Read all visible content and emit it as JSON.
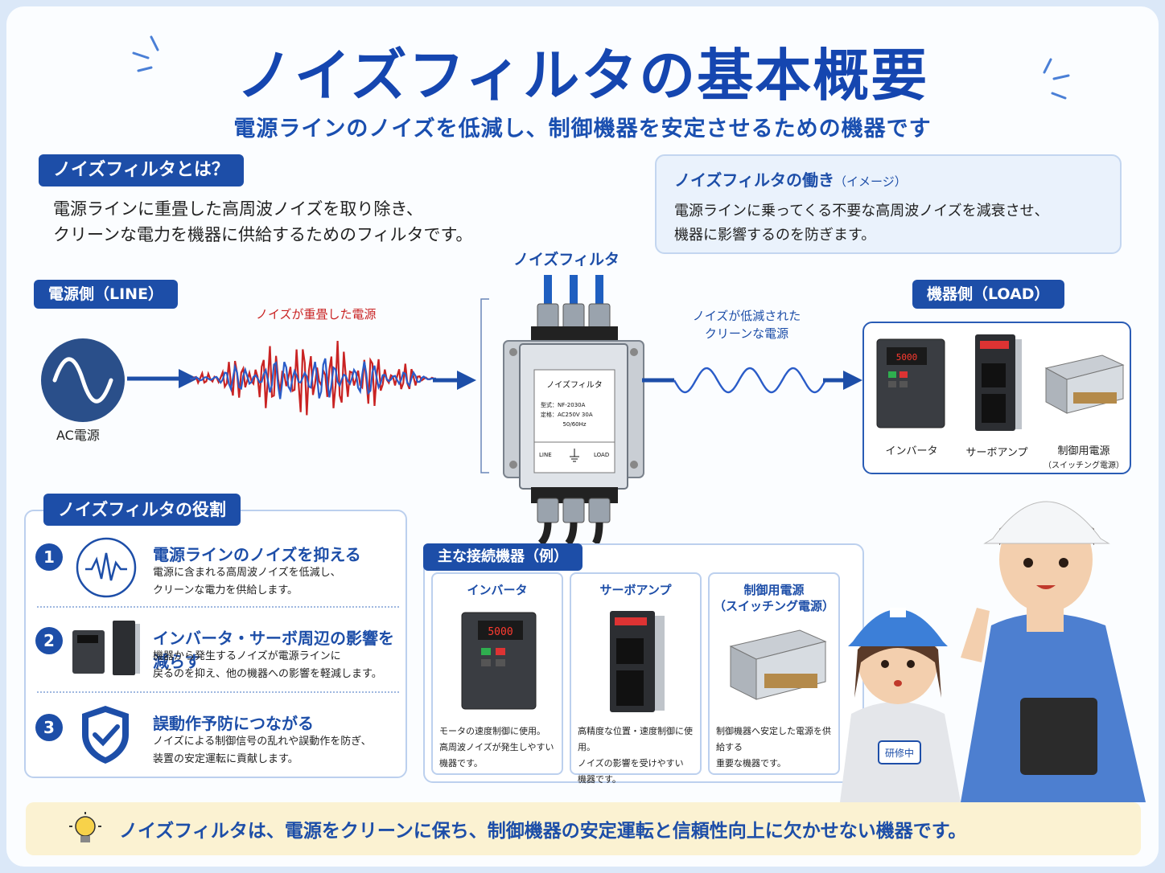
{
  "title": "ノイズフィルタの基本概要",
  "subtitle": "電源ラインのノイズを低減し、制御機器を安定させるための機器です",
  "what": {
    "tag": "ノイズフィルタとは？",
    "lines": [
      "電源ラインに重畳した高周波ノイズを取り除き、",
      "クリーンな電力を機器に供給するためのフィルタです。"
    ]
  },
  "work": {
    "title": "ノイズフィルタの働き",
    "title_note": "（イメージ）",
    "lines": [
      "電源ラインに乗ってくる不要な高周波ノイズを減衰させ、",
      "機器に影響するのを防ぎます。"
    ]
  },
  "diagram": {
    "line_tag": "電源側（LINE）",
    "load_tag": "機器側（LOAD）",
    "filter_label": "ノイズフィルタ",
    "noisy_label": "ノイズが重畳した電源",
    "clean_label_1": "ノイズが低減された",
    "clean_label_2": "クリーンな電源",
    "ac_label": "AC電源",
    "plate": {
      "name": "ノイズフィルタ",
      "model": "型式：NF-2030A",
      "rating": "定格：AC250V 30A",
      "freq": "50/60Hz",
      "line": "LINE",
      "load": "LOAD"
    },
    "devices": [
      {
        "label": "インバータ",
        "sub": ""
      },
      {
        "label": "サーボアンプ",
        "sub": ""
      },
      {
        "label": "制御用電源",
        "sub": "（スイッチング電源）"
      }
    ],
    "display_value": "5000"
  },
  "roles": {
    "tag": "ノイズフィルタの役割",
    "items": [
      {
        "num": "1",
        "title": "電源ラインのノイズを抑える",
        "lines": [
          "電源に含まれる高周波ノイズを低減し、",
          "クリーンな電力を供給します。"
        ]
      },
      {
        "num": "2",
        "title": "インバータ・サーボ周辺の影響を減らす",
        "lines": [
          "機器から発生するノイズが電源ラインに",
          "戻るのを抑え、他の機器への影響を軽減します。"
        ]
      },
      {
        "num": "3",
        "title": "誤動作予防につながる",
        "lines": [
          "ノイズによる制御信号の乱れや誤動作を防ぎ、",
          "装置の安定運転に貢献します。"
        ]
      }
    ]
  },
  "connected": {
    "tag": "主な接続機器（例）",
    "cards": [
      {
        "title": "インバータ",
        "title2": "",
        "lines": [
          "モータの速度制御に使用。",
          "高周波ノイズが発生しやすい",
          "機器です。"
        ]
      },
      {
        "title": "サーボアンプ",
        "title2": "",
        "lines": [
          "高精度な位置・速度制御に使用。",
          "ノイズの影響を受けやすい",
          "機器です。"
        ]
      },
      {
        "title": "制御用電源",
        "title2": "（スイッチング電源）",
        "lines": [
          "制御機器へ安定した電源を供給する",
          "重要な機器です。"
        ]
      }
    ]
  },
  "badge": "研修中",
  "footer": "ノイズフィルタは、電源をクリーンに保ち、制御機器の安定運転と信頼性向上に欠かせない機器です。",
  "colors": {
    "primary": "#1d4ea8",
    "noise_red": "#c92323",
    "noise_blue": "#2a5cc8",
    "footer_bg": "#fbf2d2"
  }
}
